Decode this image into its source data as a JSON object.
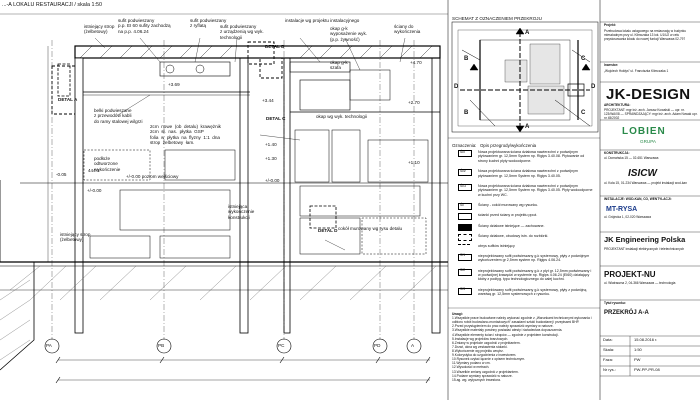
{
  "header": {
    "title": "...-A  LOKALU  RESTAURACJI  /  skala 1:50"
  },
  "section": {
    "labels": {
      "strop_top": "istniejący strop\n(żelbetowy)",
      "sufit_pod": "sufit podwieszany\np.p. EI 60 sufity zachodzą\nna p.p. 4.06.24",
      "sufit_pod2": "sufit podwieszany\nz ryflatą",
      "sufit_pod3": "sufit podwieszany\nz urządzenią wg wyk.\ntechnologii",
      "instal": "instalacje wg projektu instalacyjnego",
      "sciany": "ściany do\nwykończenia",
      "okap": "okap g-k\nwyposażenie wyk.\n(p.p. żywność)",
      "belk": "belki podwieszane\nz przewodów kabli\ndo ramy stalowej wilgrzi",
      "istn": "istniejąca\nkonstrukcja",
      "det_b": "DETAL B",
      "det_a": "DETAL A",
      "det_c": "DETAL C",
      "det_d": "DETAL D",
      "zone": "2cm  nowe  (ob  detalu)  krawężnik\n2cm  sł.  nas.  płytka  GSP\nfolia  w  płytka  na  flyzny  1:1  dna\nstrop  żelbetowy  łam.",
      "pod": "podłoże\nodtworzone\nwykończenie",
      "dim1": "+/-0.00",
      "dim2": "+/-0.00 poziom wejściowy",
      "dim3": "+3.69",
      "dim4": "+3.44",
      "dim5": "+1.40",
      "dim6": "+1.30",
      "dim7": "-0.05",
      "dim8": "+/-0.00",
      "dim9": "+2.70",
      "dim10": "+1.10",
      "lvl": "+4.70",
      "sciana": "istniejący strop\n(żelbetowy)",
      "cokol": "cokół murowany wg rysu detalu",
      "konst": "istniejąca\nwykończenie\nkonstrukcji",
      "okno": "okap wg wyk. technologii",
      "szafka": "okap g-k\nszafa"
    },
    "axes": [
      "PA",
      "PB",
      "PC",
      "PD",
      "A"
    ],
    "bar_height": "444.5"
  },
  "schemat": {
    "title": "SCHEMAT Z OZNACZENIEM PRZEKROJU",
    "letters": [
      "A",
      "B",
      "C",
      "A",
      "B",
      "C",
      "D",
      "D"
    ]
  },
  "legend": {
    "title": "Oznaczenia:",
    "head": "Opis przegrody/wykończenia",
    "rows": [
      {
        "code": "Ścl",
        "text": "Nowa projektowana ściana działowa nawierzchni z podwójnym płytowaniem gr. 12,5mm System np. Rigips 3.40.08. Płytowanie od strony kuchni płyty wodoodporne."
      },
      {
        "code": "Ścz",
        "text": "Nowa projektowana ściana działowa nawierzchni z podwójnym płytowaniem gr. 12,5mm System np. Rigips 3.40.05."
      },
      {
        "code": "Śc3",
        "text": "Nowa projektowana ściana działowa nawierzchni z podwójnym płytowaniem gr. 12,5mm System np. Rigips 3.40.05. Płyty wodoodporne w kuchni przy WC."
      },
      {
        "code": "Śc",
        "text": "Ściany - cokół murowany wg rysunku."
      },
      {
        "code": "",
        "text": "ścianki przed ściany w projektu ppoż."
      },
      {
        "code": "",
        "text": "Ściany działowe istniejące — zachowane."
      },
      {
        "code": "",
        "text": "Ściany działowe, obudowy istn. do rozbiórki."
      },
      {
        "code": "",
        "text": "obrys sufitów istniejący"
      },
      {
        "code": "Sf1",
        "text": "nieprojektowany sufit podwieszany g-k systemowy, płyty z podwójnym wykończeniem gr 2,5mm system np. Rigips 4.06.24."
      },
      {
        "code": "Sf2",
        "text": "nieprojektowany sufit podwieszany g-k z płyt gr. 12,5mm podwieszany i w podwójnej krawędzi w systemie np. Rigips 4.06.24 (EI60) działający kłoby z podtyg. typu technologicznego do całej kuchni."
      },
      {
        "code": "Sf3",
        "text": "nieprojektowany sufit podwieszany g-k systemowy, płyty z podwójną warstwą gr. 12,5mm systemowych z rysunku."
      }
    ]
  },
  "notes": {
    "title": "Uwagi:",
    "items": [
      "1.Wszystkie prace budowlane należy wykonać zgodnie z „Warunkami technicznymi wykonania i odbioru robót budowlano-montażowych” zasadami sztuki budowlanej i przepisami BHP.",
      "2.Przed przystąpieniem do prac należy sprawdzić wymiary w naturze.",
      "3.Wszystkie materiały powinny posiadać atesty i świadectwa dopuszczenia.",
      "4.Wszystkie elementy ścian i stropów — zgodnie z projektem konstrukcji.",
      "5.Instalacje wg projektów branżowych.",
      "6.Zmiany w projekcie uzgodnić z projektantem.",
      "7.Drzwi, okna wg zestawienia stolarki.",
      "8.Wykończenie wg projektu wnętrz.",
      "9.Kolorystyka do uzgodnienia z inwestorem.",
      "10.Rysunek czytać łącznie z opisem technicznym.",
      "11.Wymiary podano w cm.",
      "12.Wysokości w metrach.",
      "13.Wszelkie zmiany uzgodnić z projektantem.",
      "14.Podane wymiary sprawdzić w naturze.",
      "15.ag. wg. wytycznych inwestora."
    ]
  },
  "titleblock": {
    "proj_head": "Projekt:",
    "project": "Przebudowa lokalu usługowego na restaurację w budynku mieszkalnym przy ul. Klimczaka 13 lok. U1/U2 w celu przystosowania lokalu do nowej funkcji Warszawa 02-797",
    "inwestor_head": "Inwestor:",
    "inwestor": "„Wojciech Hołdys” ul. Franciszka Klimczaka 1",
    "firm_big": "JK-DESIGN",
    "arch_head": "ARCHITEKTURA:",
    "arch": "PROJEKTANT: mgr inż. arch. Janusz Kowalski — upr. nr. 123/WA/08 — SPRAWDZAJĄCY: mgr inż. arch. Adam Nowak upr. nr 45/2002",
    "lobien": "LOBIEN",
    "lobien_sub": "GRUPA",
    "konst_head": "KONSTRUKCJA:",
    "konst": "ul. Domańska 15 — 02-651 Warszawa",
    "isicw": "ISICW",
    "isicw_sub": "ul. Koła 15, 01-234 Warszawa — projekt instalacji wod-kan",
    "inst_head": "INSTALACJE: WOD-KAN, CO, WENTYLACJI:",
    "mt": "MT-RYSA",
    "mt_sub": "ul. Grójecka 1, 02-020 Warszawa",
    "jk": "JK Engineering Polska",
    "jk_sub": "PROJEKTANT instalacji elektrycznych i teletechnicznych",
    "proj_nu": "PROJEKT-NU",
    "proj_nu_sub": "ul. Wiatraczna 2, 04-366 Warszawa — technologia",
    "rows": [
      {
        "k": "Data:",
        "v": "15.08.2016 r."
      },
      {
        "k": "Skala:",
        "v": "1:50"
      },
      {
        "k": "Faza:",
        "v": "PW"
      },
      {
        "k": "Nr rys.:",
        "v": "PW-PP-PR-08"
      }
    ],
    "rys_head": "Tytuł rysunku:",
    "rys": "PRZEKRÓJ A-A"
  }
}
